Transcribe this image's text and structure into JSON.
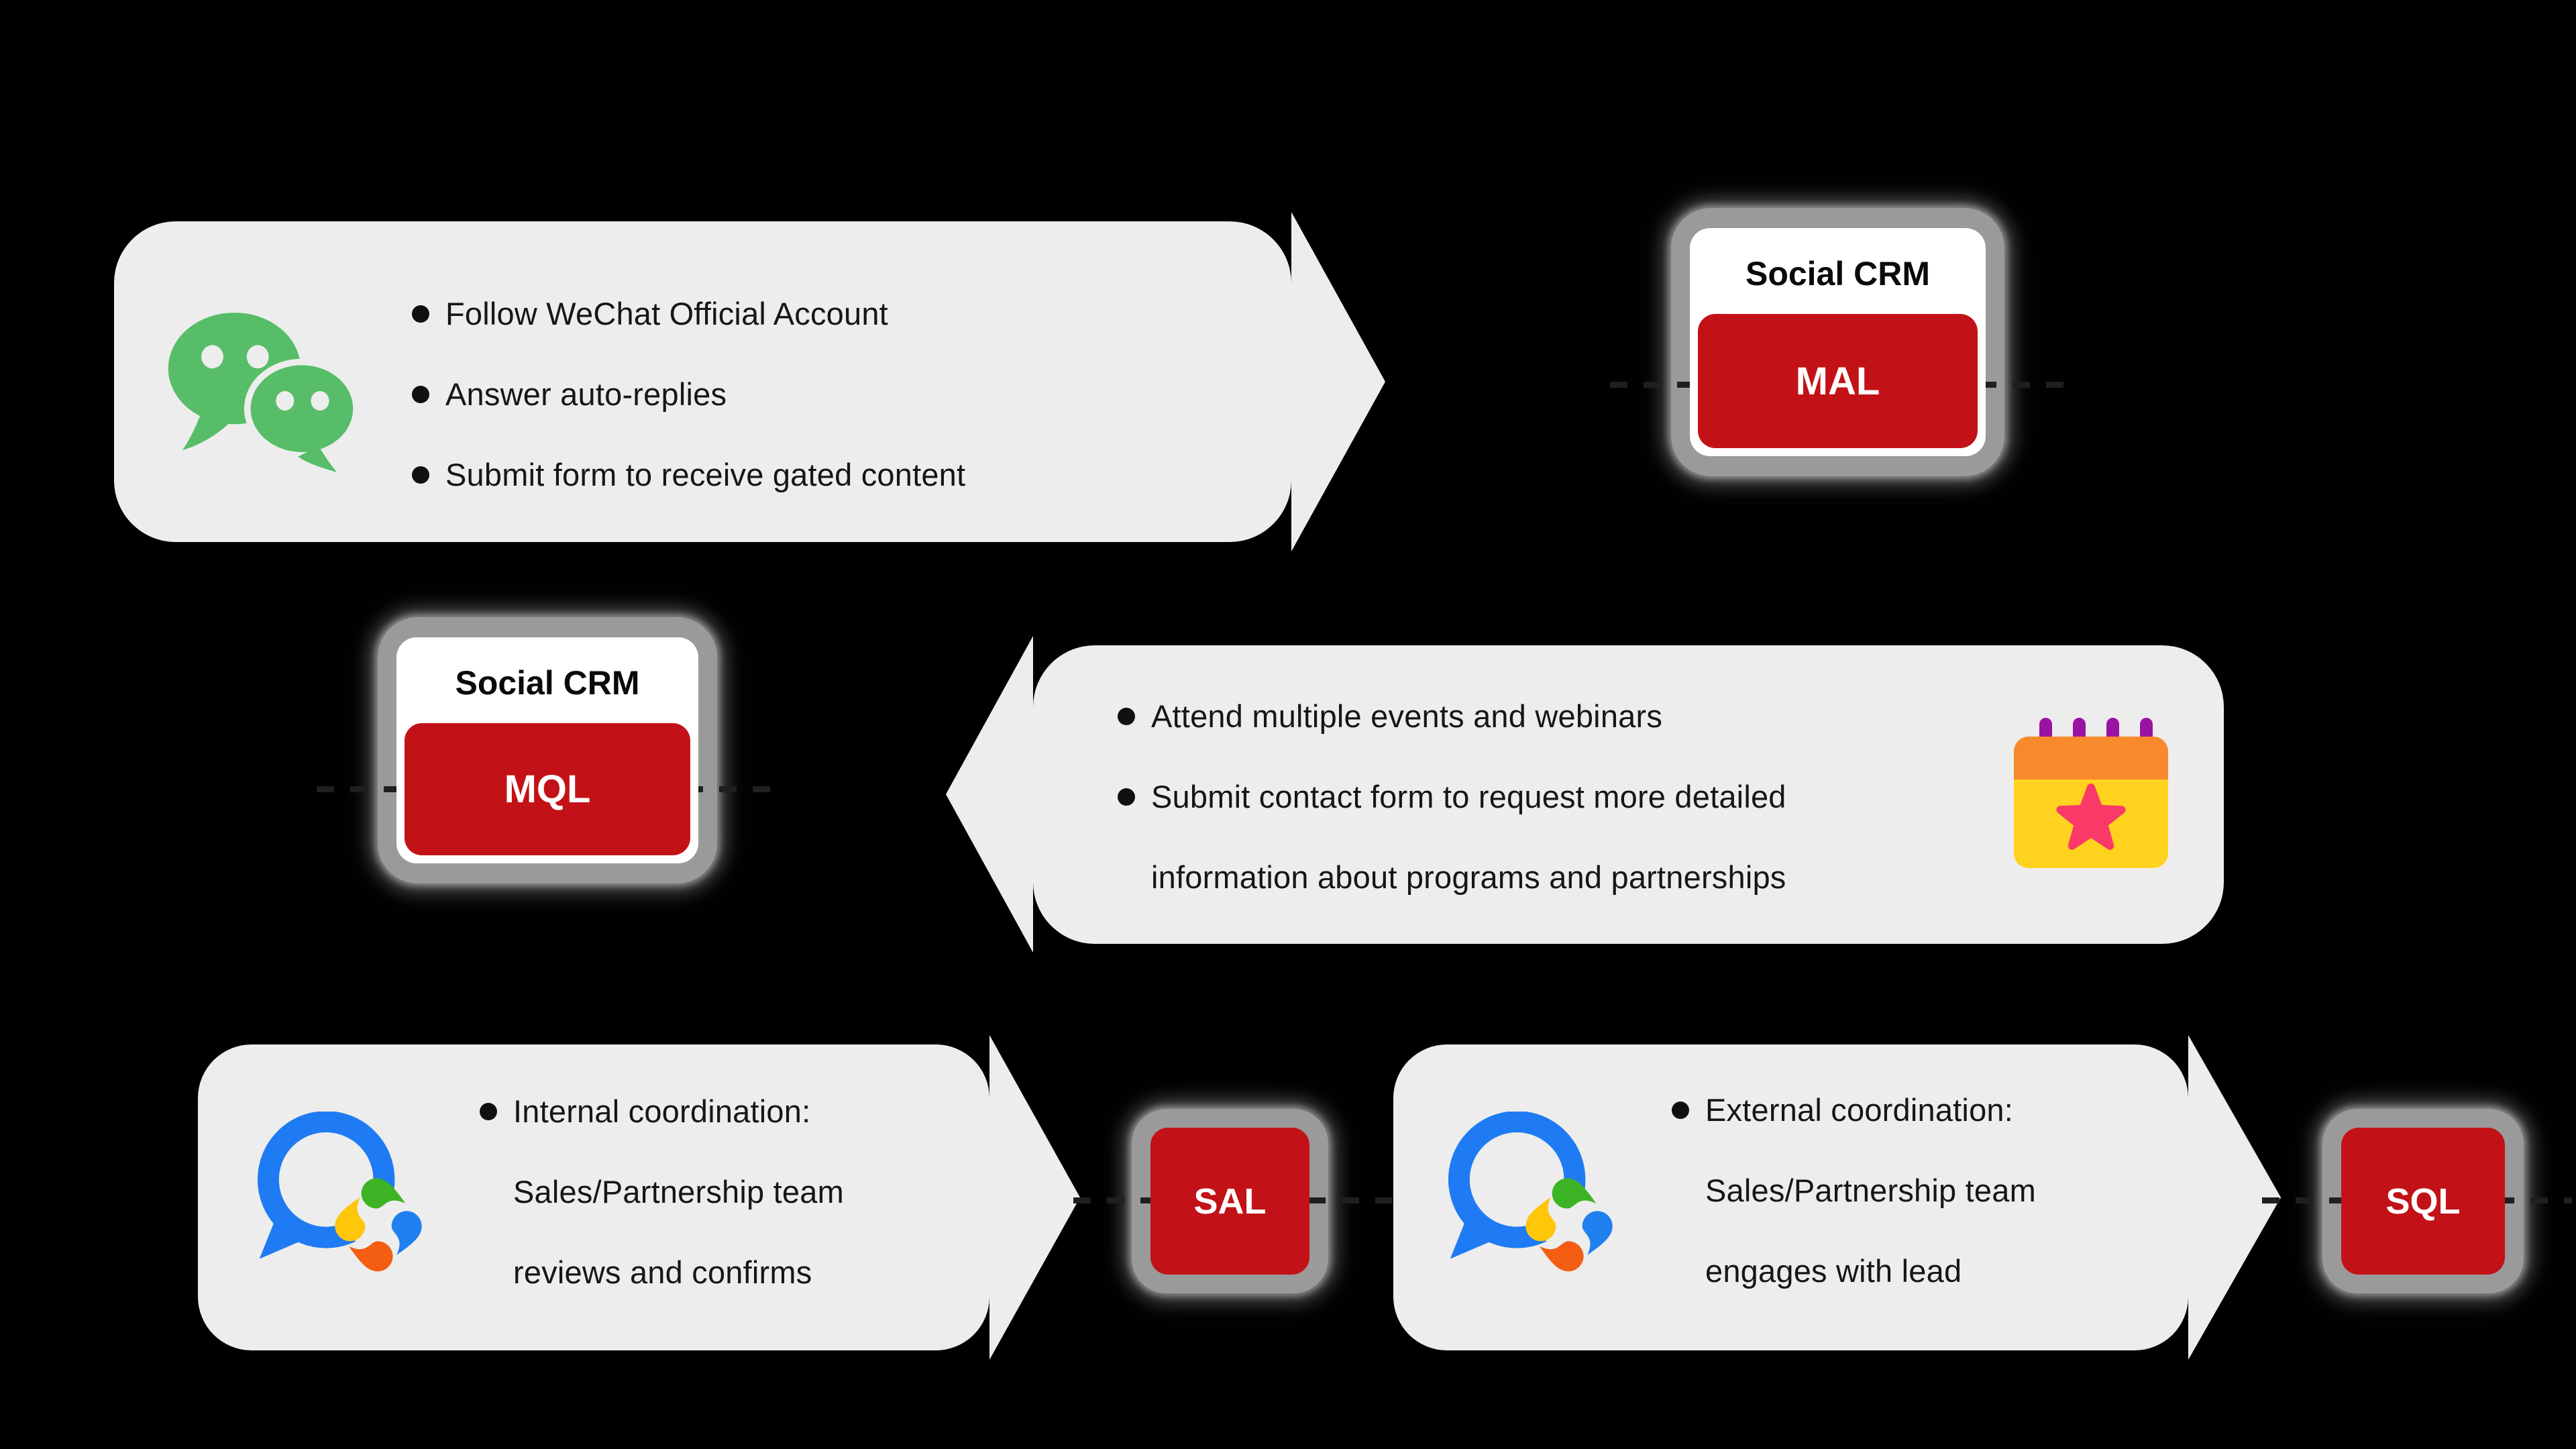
{
  "colors": {
    "background": "#000000",
    "panel_gray": "#EDEDED",
    "stage_red": "#C31217",
    "card_border_gray": "#9A9A9A",
    "card_white": "#FFFFFF",
    "text_dark": "#161616",
    "wechat_green": "#57BD68",
    "wecom_blue": "#1F7BF3",
    "wecom_green": "#3DB425",
    "wecom_yellow": "#FFC60A",
    "wecom_orange": "#F35E13",
    "calendar_orange": "#F98A2B",
    "calendar_yellow": "#FFD21F",
    "calendar_purple": "#9A13A2",
    "calendar_star_pink": "#F93A68"
  },
  "panels": [
    {
      "name": "wechat-acquisition",
      "icon": "wechat-icon",
      "direction": "right",
      "bullets": [
        {
          "lines": [
            "Follow WeChat Official Account"
          ]
        },
        {
          "lines": [
            "Answer auto-replies"
          ]
        },
        {
          "lines": [
            "Submit form to receive gated content"
          ]
        }
      ]
    },
    {
      "name": "events-engagement",
      "icon": "calendar-icon",
      "direction": "left",
      "bullets": [
        {
          "lines": [
            "Attend multiple events and webinars"
          ]
        },
        {
          "lines": [
            "Submit contact form to request more detailed",
            "information about programs and partnerships"
          ]
        }
      ]
    },
    {
      "name": "internal-coordination",
      "icon": "wecom-icon",
      "direction": "right",
      "bullets": [
        {
          "lines": [
            "Internal coordination:",
            "Sales/Partnership team",
            "reviews and confirms"
          ]
        }
      ]
    },
    {
      "name": "external-coordination",
      "icon": "wecom-icon",
      "direction": "right",
      "bullets": [
        {
          "lines": [
            "External coordination:",
            "Sales/Partnership team",
            "engages with lead"
          ]
        }
      ]
    }
  ],
  "stages": [
    {
      "label": "Social CRM",
      "code": "MAL"
    },
    {
      "label": "Social CRM",
      "code": "MQL"
    },
    {
      "code": "SAL"
    },
    {
      "code": "SQL"
    }
  ]
}
